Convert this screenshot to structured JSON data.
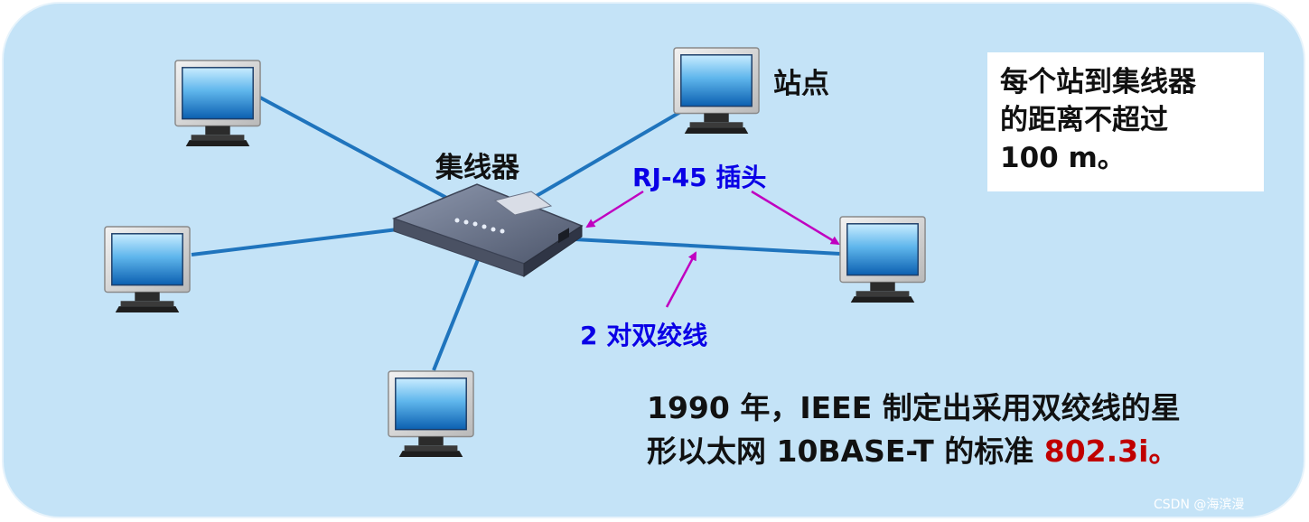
{
  "labels": {
    "hub": "集线器",
    "station": "站点",
    "connector": "RJ-45 插头",
    "cable": "2 对双绞线"
  },
  "note": {
    "lines": [
      "每个站到集线器",
      "的距离不超过",
      "100 m。"
    ]
  },
  "caption": {
    "line1": "1990 年，IEEE 制定出采用双绞线的星",
    "line2_prefix": "形以太网 10BASE-T 的标准 ",
    "line2_highlight": "802.3i。"
  },
  "watermark": "CSDN @海滨漫",
  "colors": {
    "background": "#c4e3f7",
    "cable": "#1f74bd",
    "arrow": "#c000c0",
    "blue_label": "#0a00e6",
    "highlight": "#c00000"
  },
  "icons": [
    "computer-monitor-icon",
    "hub-device-icon"
  ]
}
